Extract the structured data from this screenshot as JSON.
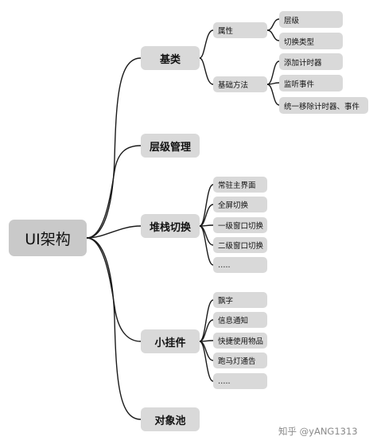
{
  "mindmap": {
    "root": "UI架构",
    "branches": [
      {
        "label": "基类",
        "children": [
          {
            "label": "属性",
            "children": [
              "层级",
              "切换类型"
            ]
          },
          {
            "label": "基础方法",
            "children": [
              "添加计时器",
              "监听事件",
              "统一移除计时器、事件"
            ]
          }
        ]
      },
      {
        "label": "层级管理",
        "children": []
      },
      {
        "label": "堆栈切换",
        "children": [
          {
            "label": "常驻主界面"
          },
          {
            "label": "全屏切换"
          },
          {
            "label": "一级窗口切换"
          },
          {
            "label": "二级窗口切换"
          },
          {
            "label": "….."
          }
        ]
      },
      {
        "label": "小挂件",
        "children": [
          {
            "label": "飘字"
          },
          {
            "label": "信息通知"
          },
          {
            "label": "快捷使用物品"
          },
          {
            "label": "跑马灯通告"
          },
          {
            "label": "….."
          }
        ]
      },
      {
        "label": "对象池",
        "children": []
      }
    ]
  },
  "watermark": "知乎 @yANG1313"
}
